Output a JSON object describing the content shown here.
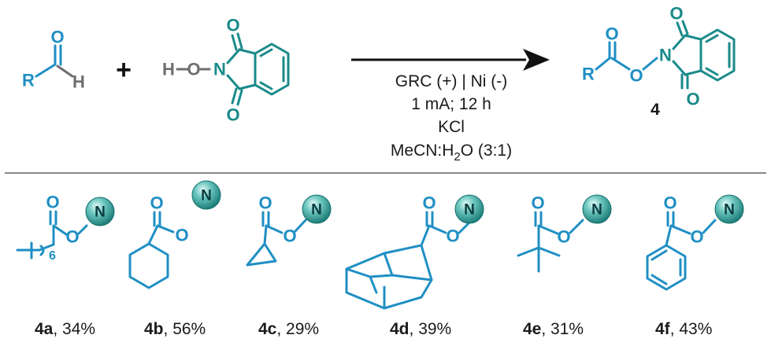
{
  "reactants": {
    "aldehyde": {
      "r_group": "R",
      "oxygen": "O",
      "hydrogen": "H"
    },
    "plus": "+",
    "nhpi": {
      "hydroxy_h": "H",
      "hydroxy_o": "O",
      "nitrogen": "N",
      "carbonyl_o_top": "O",
      "carbonyl_o_bottom": "O"
    }
  },
  "conditions": {
    "line1": "GRC (+) | Ni (-)",
    "line2": "1 mA; 12 h",
    "line3": "KCl",
    "line4_prefix": "MeCN:H",
    "line4_sub": "2",
    "line4_suffix": "O (3:1)"
  },
  "product": {
    "r_group": "R",
    "ester_o_carbonyl": "O",
    "ester_o_link": "O",
    "nitrogen": "N",
    "carbonyl_o_top": "O",
    "carbonyl_o_bottom": "O",
    "compound_number": "4"
  },
  "substrate_scope": [
    {
      "id": "4a",
      "yield": "34%",
      "subscript": "6"
    },
    {
      "id": "4b",
      "yield": "56%"
    },
    {
      "id": "4c",
      "yield": "29%"
    },
    {
      "id": "4d",
      "yield": "39%"
    },
    {
      "id": "4e",
      "yield": "31%"
    },
    {
      "id": "4f",
      "yield": "43%"
    }
  ],
  "scope_atoms": {
    "carbonyl_o": "O",
    "link_o": "O",
    "ball_label": "N"
  },
  "colors": {
    "substrate_blue": "#1f8fc4",
    "imide_teal": "#1a8a8a",
    "hydroxy_gray": "#6e6e6e",
    "divider_gray": "#8a8a8a",
    "ball_teal": "#2a9a96"
  }
}
